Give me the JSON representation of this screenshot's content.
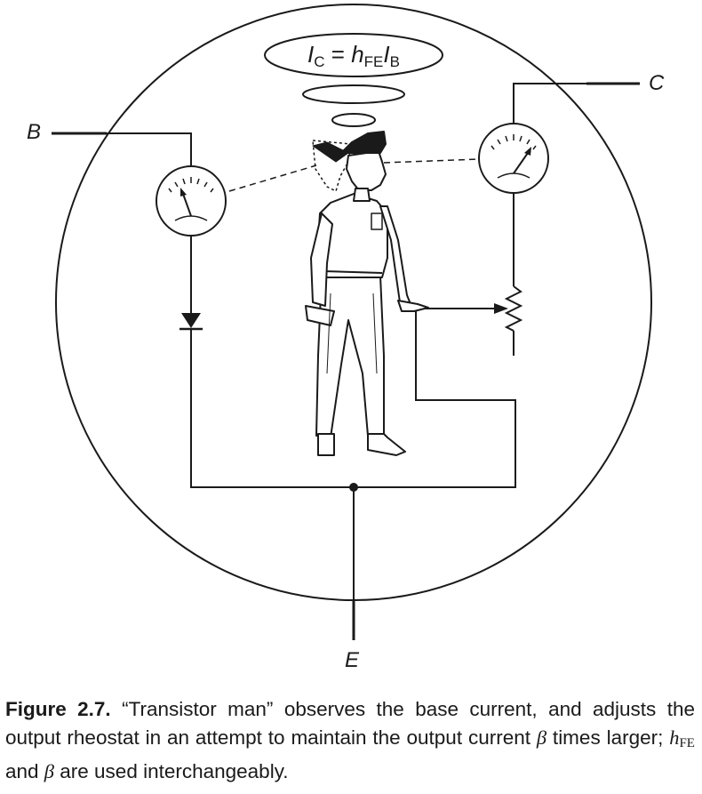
{
  "labels": {
    "base": "B",
    "collector": "C",
    "emitter": "E"
  },
  "equation": {
    "lhs_var": "I",
    "lhs_sub": "C",
    "equals": " = ",
    "h": "h",
    "h_sub": "FE",
    "rhs_var": "I",
    "rhs_sub": "B"
  },
  "caption": {
    "figure_label": "Figure 2.7.",
    "text_1": " “Transistor man” observes the base current, and adjusts the output rheostat in an attempt to maintain the output current ",
    "beta_1": "β",
    "text_2": " times larger; ",
    "h": "h",
    "h_sub": "FE",
    "text_3": " and ",
    "beta_2": "β",
    "text_4": " are used interchangeably."
  },
  "colors": {
    "ink": "#1a1a1a",
    "background": "#ffffff"
  }
}
